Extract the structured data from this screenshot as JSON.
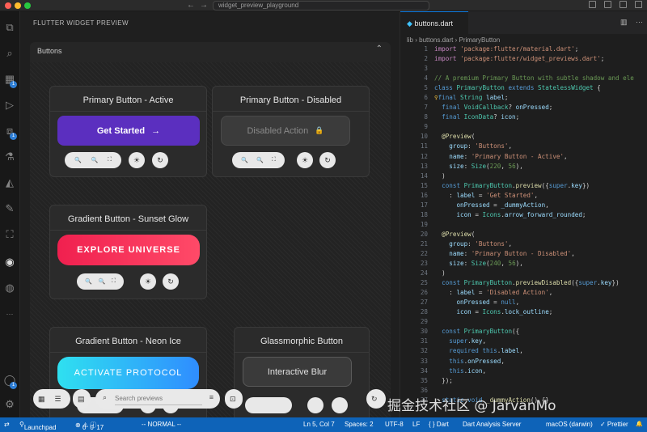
{
  "window": {
    "command_center": "widget_preview_playground",
    "back": "←",
    "forward": "→"
  },
  "activity_bar": {
    "items": [
      {
        "name": "explorer-icon",
        "glyph": "⧉"
      },
      {
        "name": "search-icon",
        "glyph": "⌕"
      },
      {
        "name": "extensions-icon",
        "glyph": "▦",
        "badge": "1"
      },
      {
        "name": "run-debug-icon",
        "glyph": "▷"
      },
      {
        "name": "remote-icon",
        "glyph": "⧈",
        "badge": "1"
      },
      {
        "name": "testing-icon",
        "glyph": "⚗"
      },
      {
        "name": "flutter-icon",
        "glyph": "◭"
      },
      {
        "name": "pen-icon",
        "glyph": "✎"
      },
      {
        "name": "inspect-icon",
        "glyph": "⛶"
      },
      {
        "name": "widget-preview-icon",
        "glyph": "◉"
      },
      {
        "name": "github-icon",
        "glyph": "◍"
      },
      {
        "name": "more-icon",
        "glyph": "···"
      }
    ],
    "account_badge": "1"
  },
  "preview": {
    "title": "FLUTTER WIDGET PREVIEW",
    "group_label": "Buttons",
    "cards": [
      {
        "title": "Primary Button - Active",
        "button": "Get Started",
        "arrow": "→"
      },
      {
        "title": "Primary Button - Disabled",
        "button": "Disabled Action",
        "lock": "🔒"
      },
      {
        "title": "Gradient Button - Sunset Glow",
        "button": "EXPLORE UNIVERSE"
      },
      {
        "title": "Gradient Button - Neon Ice",
        "button": "ACTIVATE PROTOCOL"
      },
      {
        "title": "Glassmorphic Button",
        "button": "Interactive Blur"
      }
    ],
    "zoom_out": "🔍",
    "zoom_in": "🔍",
    "fit": "⛶",
    "brightness": "☀",
    "refresh": "↻",
    "toolbar": {
      "grid_icon": "▦",
      "list_icon": "☰",
      "doc_icon": "▤",
      "search_placeholder": "Search previews",
      "filter_icon": "≡",
      "snapshot_icon": "⊡",
      "restart_icon": "↻"
    }
  },
  "editor": {
    "tab_label": "buttons.dart",
    "breadcrumb": [
      "lib",
      "buttons.dart",
      "PrimaryButton"
    ],
    "accent": "#0e7be0"
  },
  "watermark": "掘金技术社区 @ JarvanMo",
  "status_bar": {
    "remote": "⇄",
    "launchpad": "Launchpad",
    "errors": "0",
    "warnings": "0",
    "info": "17",
    "mode": "-- NORMAL --",
    "position": "Ln 5, Col 7",
    "spaces": "Spaces: 2",
    "encoding": "UTF-8",
    "eol": "LF",
    "language": "{ } Dart",
    "server": "Dart Analysis Server",
    "platform": "macOS (darwin)",
    "prettier": "✓ Prettier",
    "bell": "🔔"
  }
}
